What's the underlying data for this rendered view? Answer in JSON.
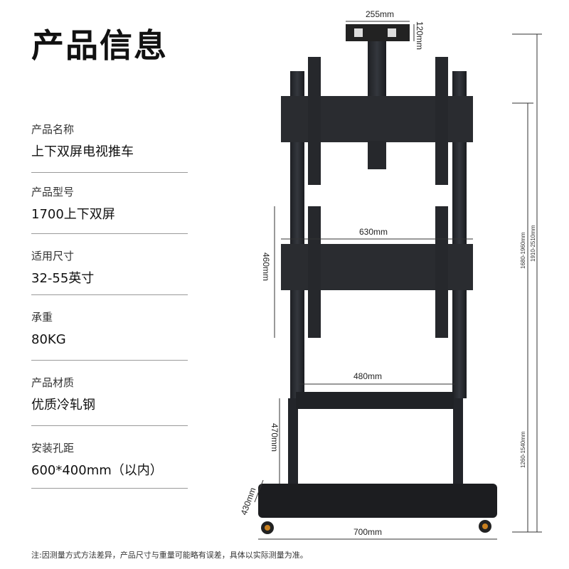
{
  "title": "产品信息",
  "specs": [
    {
      "label": "产品名称",
      "value": "上下双屏电视推车"
    },
    {
      "label": "产品型号",
      "value": "1700上下双屏"
    },
    {
      "label": "适用尺寸",
      "value": "32-55英寸"
    },
    {
      "label": "承重",
      "value": "80KG"
    },
    {
      "label": "产品材质",
      "value": "优质冷轧钢"
    },
    {
      "label": "安装孔距",
      "value": "600*400mm（以内）"
    }
  ],
  "dimensions": {
    "top_bracket_width": "255mm",
    "top_bracket_height": "120mm",
    "upper_panel_height": "460mm",
    "lower_panel_width": "630mm",
    "shelf_width": "480mm",
    "shelf_height": "470mm",
    "base_depth": "430mm",
    "base_width": "700mm",
    "range_screen": "1680-1960mm",
    "range_total": "1910-2510mm",
    "range_shelf": "1260-1540mm"
  },
  "note": "注:因测量方式方法差异，产品尺寸与重量可能略有误差，具体以实际测量为准。"
}
